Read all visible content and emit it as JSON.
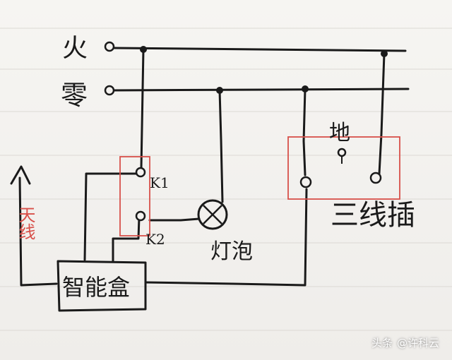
{
  "labels": {
    "live": "火",
    "neutral": "零",
    "ground": "地",
    "antenna": "天线",
    "k1": "K1",
    "k2": "K2",
    "lamp": "灯泡",
    "socket": "三线插",
    "smart_box": "智能盒"
  },
  "watermark": {
    "source": "头条",
    "author": "@许科云"
  },
  "colors": {
    "ink": "#1a1a1a",
    "red_ink": "#d8504a"
  }
}
